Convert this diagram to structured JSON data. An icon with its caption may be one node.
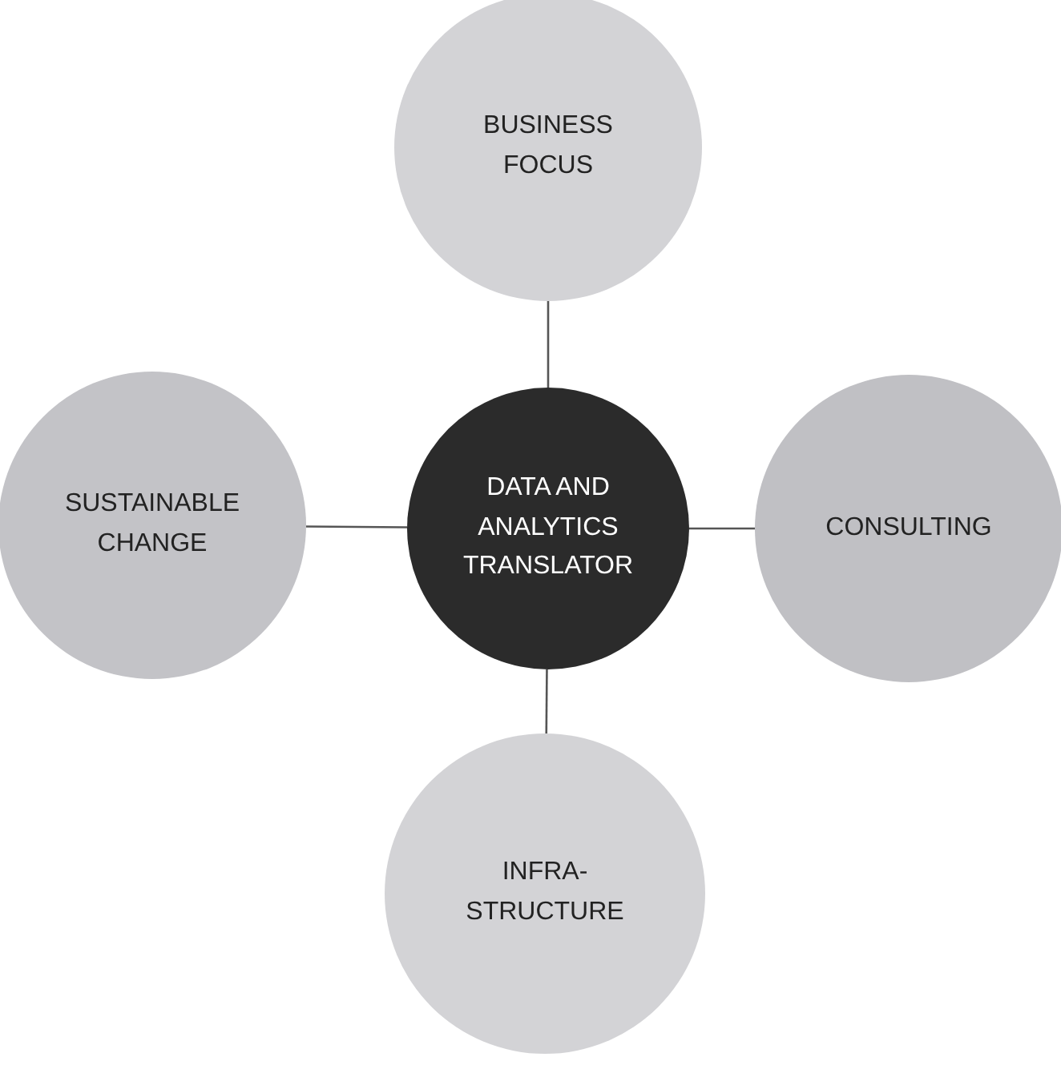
{
  "diagram": {
    "nodes": [
      {
        "text": [
          "BUSINESS FOCUS"
        ]
      },
      {
        "text": [
          "SUSTAINABLE CHANGE"
        ]
      },
      {
        "text": [
          "DATA AND ANALYTICS TRANSLATOR"
        ]
      },
      {
        "text": [
          "CONSULTING"
        ]
      },
      {
        "text": [
          "INFRA- STRUCTURE"
        ]
      }
    ],
    "edges": [
      {
        "from": 2,
        "to": 0,
        "arrow": "none"
      },
      {
        "from": 2,
        "to": 1,
        "arrow": "none"
      },
      {
        "from": 2,
        "to": 3,
        "arrow": "none"
      },
      {
        "from": 2,
        "to": 4,
        "arrow": "none"
      }
    ]
  }
}
